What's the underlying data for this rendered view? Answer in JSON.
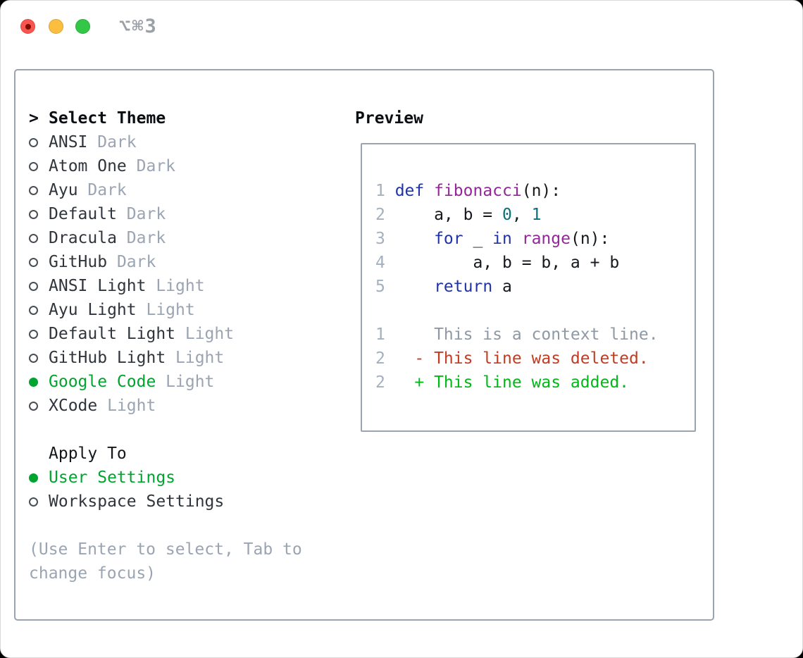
{
  "window": {
    "title": "⌥⌘3",
    "traffic_lights": {
      "close": "#f6564f",
      "minimize": "#fbbe3f",
      "maximize": "#33c748"
    }
  },
  "theme_select": {
    "prompt": ">",
    "title": "Select Theme",
    "items": [
      {
        "name": "ANSI",
        "variant": "Dark",
        "selected": false
      },
      {
        "name": "Atom One",
        "variant": "Dark",
        "selected": false
      },
      {
        "name": "Ayu",
        "variant": "Dark",
        "selected": false
      },
      {
        "name": "Default",
        "variant": "Dark",
        "selected": false
      },
      {
        "name": "Dracula",
        "variant": "Dark",
        "selected": false
      },
      {
        "name": "GitHub",
        "variant": "Dark",
        "selected": false
      },
      {
        "name": "ANSI Light",
        "variant": "Light",
        "selected": false
      },
      {
        "name": "Ayu Light",
        "variant": "Light",
        "selected": false
      },
      {
        "name": "Default Light",
        "variant": "Light",
        "selected": false
      },
      {
        "name": "GitHub Light",
        "variant": "Light",
        "selected": false
      },
      {
        "name": "Google Code",
        "variant": "Light",
        "selected": true
      },
      {
        "name": "XCode",
        "variant": "Light",
        "selected": false
      }
    ]
  },
  "apply_to": {
    "title": "Apply To",
    "options": [
      {
        "label": "User Settings",
        "selected": true
      },
      {
        "label": "Workspace Settings",
        "selected": false
      }
    ]
  },
  "help_text": "(Use Enter to select, Tab to change focus)",
  "preview": {
    "title": "Preview",
    "code_lines": [
      {
        "num": "1",
        "tokens": [
          [
            "kw",
            "def"
          ],
          [
            "plain",
            " "
          ],
          [
            "fn",
            "fibonacci"
          ],
          [
            "plain",
            "(n):"
          ]
        ]
      },
      {
        "num": "2",
        "tokens": [
          [
            "plain",
            "    a, b = "
          ],
          [
            "num",
            "0"
          ],
          [
            "plain",
            ", "
          ],
          [
            "num",
            "1"
          ]
        ]
      },
      {
        "num": "3",
        "tokens": [
          [
            "plain",
            "    "
          ],
          [
            "kw",
            "for"
          ],
          [
            "plain",
            " _ "
          ],
          [
            "kw",
            "in"
          ],
          [
            "plain",
            " "
          ],
          [
            "fn",
            "range"
          ],
          [
            "plain",
            "(n):"
          ]
        ]
      },
      {
        "num": "4",
        "tokens": [
          [
            "plain",
            "        a, b = b, a + b"
          ]
        ]
      },
      {
        "num": "5",
        "tokens": [
          [
            "plain",
            "    "
          ],
          [
            "kw",
            "return"
          ],
          [
            "plain",
            " a"
          ]
        ]
      },
      {
        "num": "",
        "tokens": []
      },
      {
        "num": "1",
        "tokens": [
          [
            "ctx",
            "    This is a context line."
          ]
        ]
      },
      {
        "num": "2",
        "tokens": [
          [
            "del",
            "  - This line was deleted."
          ]
        ]
      },
      {
        "num": "2",
        "tokens": [
          [
            "add",
            "  + This line was added."
          ]
        ]
      }
    ]
  },
  "colors": {
    "accent_green": "#00a52f",
    "diff_added": "#00b916",
    "diff_removed": "#c33b21",
    "context_gray": "#8f99a4",
    "keyword_blue": "#2133a8",
    "function_purple": "#93279a",
    "number_teal": "#0d6f7d",
    "muted_gray": "#9aa4b2",
    "border_gray": "#9aa3b0"
  }
}
